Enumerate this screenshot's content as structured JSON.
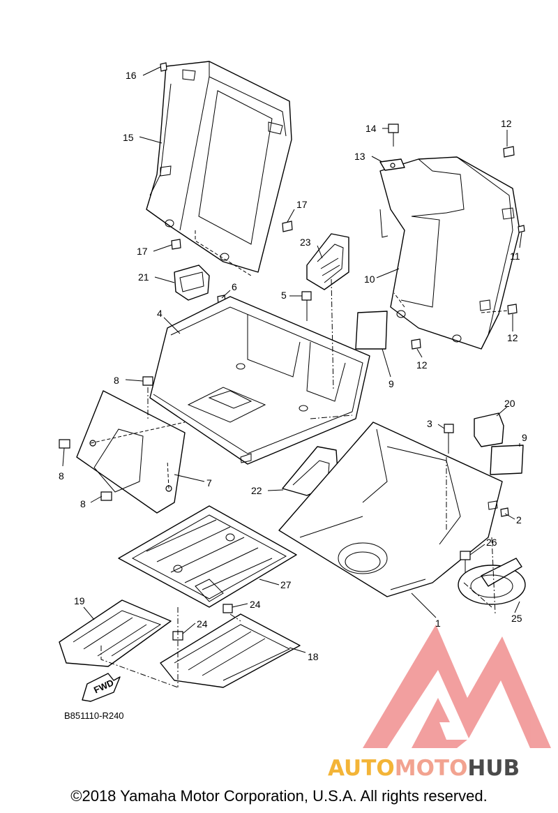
{
  "diagram": {
    "part_code": "B851110-R240",
    "fwd_label": "FWD",
    "callouts": [
      {
        "id": "c16",
        "label": "16"
      },
      {
        "id": "c15",
        "label": "15"
      },
      {
        "id": "c17a",
        "label": "17"
      },
      {
        "id": "c17b",
        "label": "17"
      },
      {
        "id": "c23",
        "label": "23"
      },
      {
        "id": "c21",
        "label": "21"
      },
      {
        "id": "c6",
        "label": "6"
      },
      {
        "id": "c5",
        "label": "5"
      },
      {
        "id": "c4",
        "label": "4"
      },
      {
        "id": "c14",
        "label": "14"
      },
      {
        "id": "c13",
        "label": "13"
      },
      {
        "id": "c12a",
        "label": "12"
      },
      {
        "id": "c11",
        "label": "11"
      },
      {
        "id": "c10",
        "label": "10"
      },
      {
        "id": "c12b",
        "label": "12"
      },
      {
        "id": "c12c",
        "label": "12"
      },
      {
        "id": "c9a",
        "label": "9"
      },
      {
        "id": "c8a",
        "label": "8"
      },
      {
        "id": "c8b",
        "label": "8"
      },
      {
        "id": "c7",
        "label": "7"
      },
      {
        "id": "c8c",
        "label": "8"
      },
      {
        "id": "c3",
        "label": "3"
      },
      {
        "id": "c20",
        "label": "20"
      },
      {
        "id": "c9b",
        "label": "9"
      },
      {
        "id": "c22",
        "label": "22"
      },
      {
        "id": "c2",
        "label": "2"
      },
      {
        "id": "c26",
        "label": "26"
      },
      {
        "id": "c27",
        "label": "27"
      },
      {
        "id": "c19",
        "label": "19"
      },
      {
        "id": "c24a",
        "label": "24"
      },
      {
        "id": "c24b",
        "label": "24"
      },
      {
        "id": "c25",
        "label": "25"
      },
      {
        "id": "c1",
        "label": "1"
      },
      {
        "id": "c18",
        "label": "18"
      }
    ]
  },
  "watermark": {
    "text_part1": "AUTO",
    "text_part2": "MOTO",
    "text_part3": "HUB",
    "colors": {
      "auto": "#f3b437",
      "moto": "#f2a390",
      "hub": "#4a4a4a",
      "logo": "#f08f8f"
    }
  },
  "copyright": "©2018 Yamaha Motor Corporation, U.S.A. All rights reserved."
}
